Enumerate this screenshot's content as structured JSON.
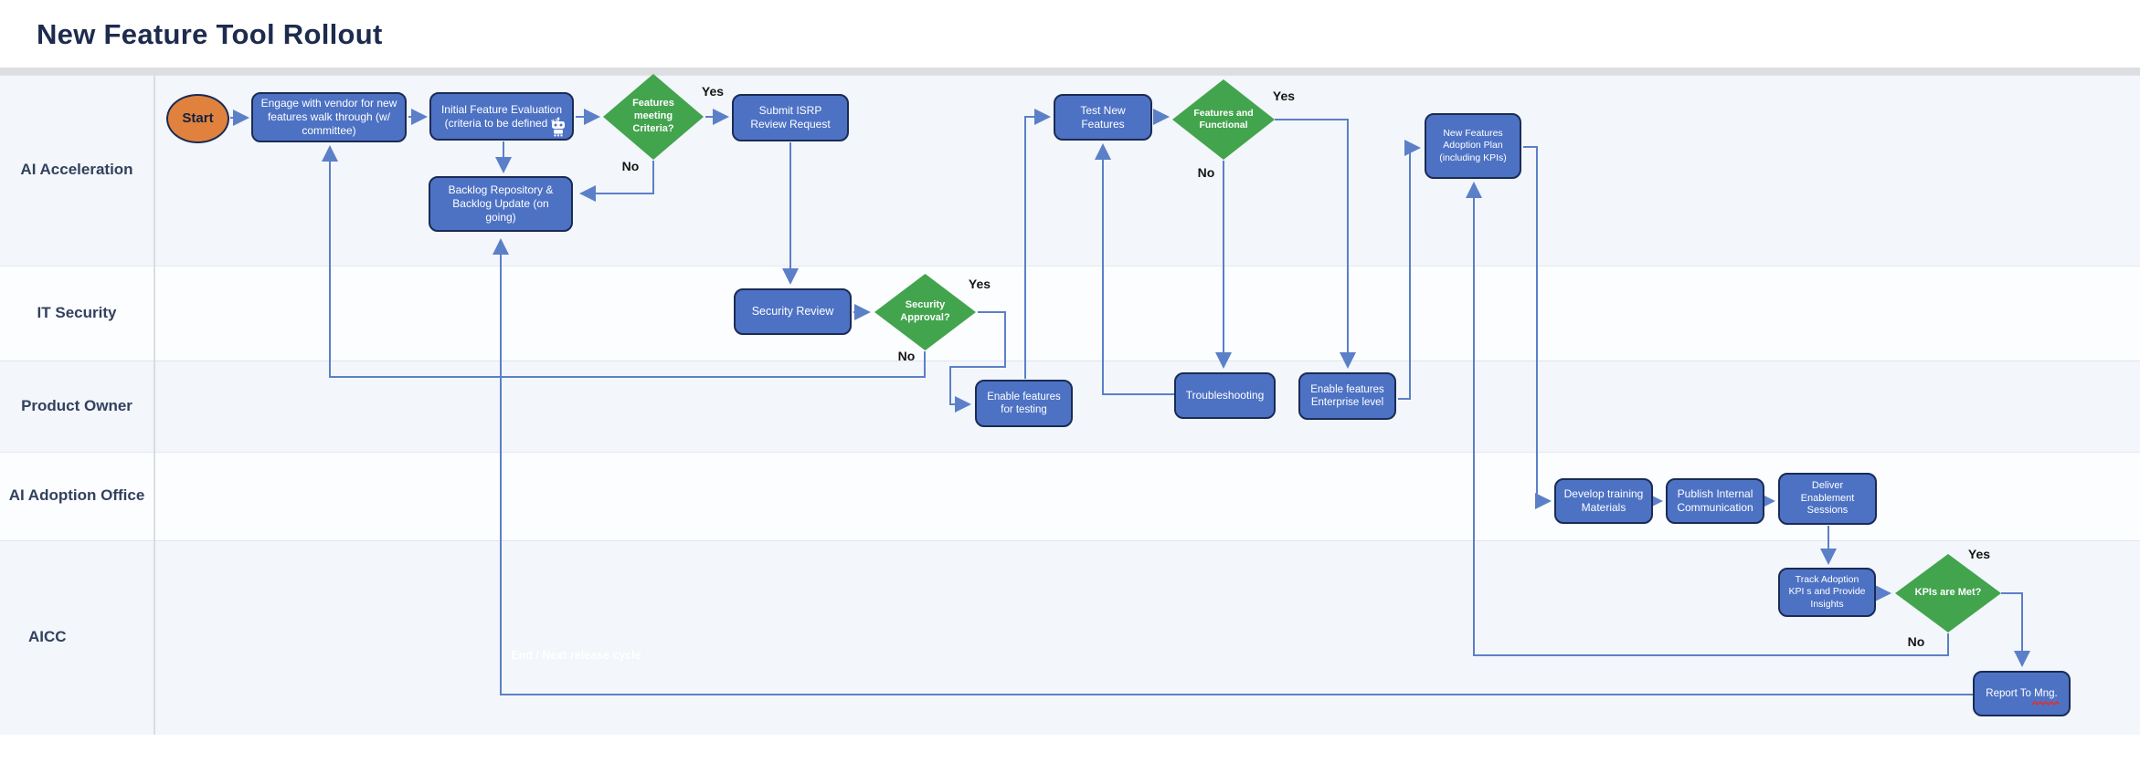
{
  "title": "New Feature Tool Rollout",
  "lanes": [
    {
      "label": "AI Acceleration"
    },
    {
      "label": "IT Security"
    },
    {
      "label": "Product Owner"
    },
    {
      "label": "AI Adoption Office"
    },
    {
      "label": "AICC"
    }
  ],
  "labels": {
    "yes": "Yes",
    "no": "No"
  },
  "nodes": {
    "start": {
      "type": "terminator",
      "label": "Start"
    },
    "engage": {
      "type": "process",
      "label": "Engage with vendor for new features walk through  (w/ committee)"
    },
    "initial_eval": {
      "type": "process",
      "label": "Initial Feature Evaluation (criteria to be defined *)",
      "icon": "robot-icon"
    },
    "criteria": {
      "type": "decision",
      "label": "Features meeting Criteria?"
    },
    "backlog": {
      "type": "process",
      "label": "Backlog Repository & Backlog Update  (on going)"
    },
    "isrp": {
      "type": "process",
      "label": "Submit ISRP Review Request"
    },
    "test": {
      "type": "process",
      "label": "Test New Features"
    },
    "functional": {
      "type": "decision",
      "label": "Features and Functional"
    },
    "adoption_plan": {
      "type": "process",
      "label": "New Features Adoption Plan (including  KPIs)"
    },
    "security_review": {
      "type": "process",
      "label": "Security  Review"
    },
    "security_approval": {
      "type": "decision",
      "label": "Security Approval?"
    },
    "enable_testing": {
      "type": "process",
      "label": "Enable features for testing"
    },
    "troubleshooting": {
      "type": "process",
      "label": "Troubleshooting"
    },
    "enterprise": {
      "type": "process",
      "label": "Enable features Enterprise level"
    },
    "training": {
      "type": "process",
      "label": "Develop training Materials"
    },
    "publish": {
      "type": "process",
      "label": "Publish  Internal Communication"
    },
    "deliver": {
      "type": "process",
      "label": "Deliver Enablement Sessions"
    },
    "track": {
      "type": "process",
      "label": "Track Adoption KPI s and Provide Insights"
    },
    "kpis_met": {
      "type": "decision",
      "label": "KPIs are Met?"
    },
    "report": {
      "type": "process",
      "label": "Report To Mng.",
      "spellcheck_underline": "Mng."
    },
    "end_cycle": {
      "type": "ghost",
      "label": "End / Next release cycle"
    }
  },
  "edges": [
    {
      "from": "start",
      "to": "engage"
    },
    {
      "from": "engage",
      "to": "initial_eval"
    },
    {
      "from": "initial_eval",
      "to": "criteria"
    },
    {
      "from": "criteria",
      "to": "isrp",
      "label": "Yes"
    },
    {
      "from": "criteria",
      "to": "backlog",
      "label": "No"
    },
    {
      "from": "initial_eval",
      "to": "backlog"
    },
    {
      "from": "isrp",
      "to": "security_review"
    },
    {
      "from": "security_review",
      "to": "security_approval"
    },
    {
      "from": "security_approval",
      "to": "enable_testing",
      "label": "Yes"
    },
    {
      "from": "security_approval",
      "to": "engage",
      "label": "No"
    },
    {
      "from": "enable_testing",
      "to": "test"
    },
    {
      "from": "test",
      "to": "functional"
    },
    {
      "from": "functional",
      "to": "enterprise",
      "label": "Yes"
    },
    {
      "from": "functional",
      "to": "troubleshooting",
      "label": "No"
    },
    {
      "from": "troubleshooting",
      "to": "test"
    },
    {
      "from": "enterprise",
      "to": "adoption_plan"
    },
    {
      "from": "adoption_plan",
      "to": "training"
    },
    {
      "from": "training",
      "to": "publish"
    },
    {
      "from": "publish",
      "to": "deliver"
    },
    {
      "from": "deliver",
      "to": "track"
    },
    {
      "from": "track",
      "to": "kpis_met"
    },
    {
      "from": "kpis_met",
      "to": "report",
      "label": "Yes"
    },
    {
      "from": "kpis_met",
      "to": "adoption_plan",
      "label": "No"
    },
    {
      "from": "report",
      "to": "backlog"
    }
  ],
  "colors": {
    "process_fill": "#4d72c4",
    "process_border": "#1a2b55",
    "decision_fill": "#43a44e",
    "start_fill": "#e0823d",
    "connector": "#5b80c8",
    "title_text": "#1d2b4d",
    "lane_label_text": "#32415e",
    "lane_light": "#f3f6fa",
    "lane_white": "#fcfdff",
    "header_band": "#dcdee1",
    "spellcheck": "#e03131"
  }
}
